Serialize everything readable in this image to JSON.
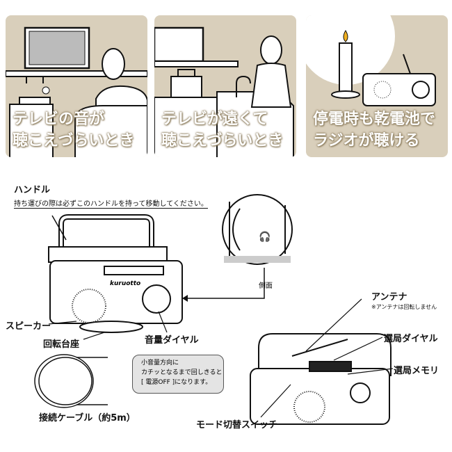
{
  "panels": [
    {
      "line1": "テレビの音が",
      "line2": "聴こえづらいとき"
    },
    {
      "line1": "テレビが遠くて",
      "line2": "聴こえづらいとき"
    },
    {
      "line1": "停電時も乾電池で",
      "line2": "ラジオが聴ける"
    }
  ],
  "labels": {
    "handle": "ハンドル",
    "handle_note": "持ち運びの際は必ずこのハンドルを持って移動してください。",
    "side": "側面",
    "speaker": "スピーカー",
    "base": "回転台座",
    "volume": "音量ダイヤル",
    "cable": "接続ケーブル（約5m）",
    "antenna": "アンテナ",
    "antenna_note": "※アンテナは回転しません",
    "tuning": "選局ダイヤル",
    "memory": "選局メモリ",
    "mode": "モード切替スイッチ"
  },
  "bubble": {
    "line1": "小音量方向に",
    "line2": "カチッとなるまで回しきると",
    "line3": "[ 電源OFF ]になります。"
  },
  "logo": "kuruotto",
  "colors": {
    "panel": "#d9cfbb",
    "bubble": "#e4e4e4"
  }
}
